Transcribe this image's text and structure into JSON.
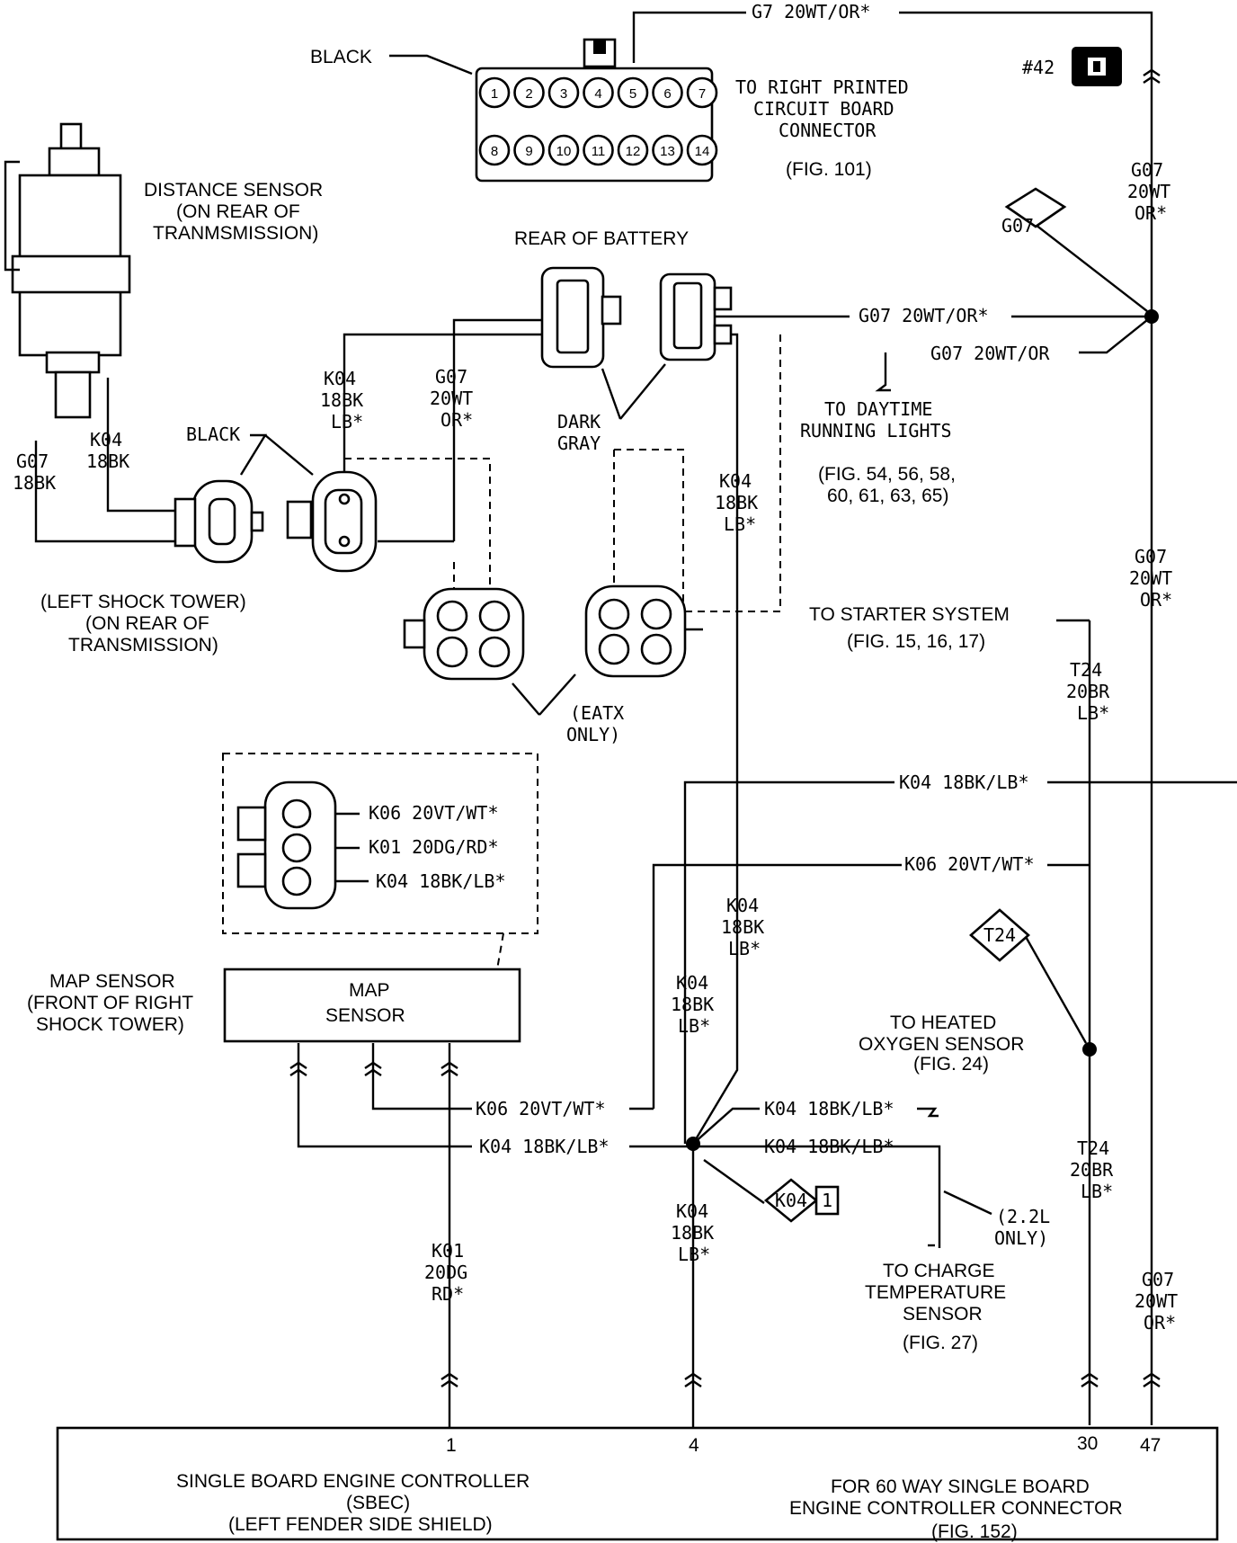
{
  "top_connector": {
    "black_label": "BLACK",
    "pins_top": [
      "1",
      "2",
      "3",
      "4",
      "5",
      "6",
      "7"
    ],
    "pins_bottom": [
      "8",
      "9",
      "10",
      "11",
      "12",
      "13",
      "14"
    ],
    "dest_lines": [
      "TO RIGHT PRINTED",
      "CIRCUIT BOARD",
      "CONNECTOR"
    ],
    "fig": "(FIG. 101)"
  },
  "wire_g7_top": "G7 20WT/OR*",
  "splice_id": "#42",
  "g07_right_upper": [
    "G07",
    "20WT",
    "OR*"
  ],
  "g07_diamond": "G07",
  "distance_sensor": [
    "DISTANCE SENSOR",
    "(ON REAR OF",
    "TRANMSMISSION)"
  ],
  "rear_battery": "REAR OF BATTERY",
  "wire_g07_mid": "G07 20WT/OR*",
  "wire_g07_drl": "G07 20WT/OR",
  "drl": [
    "TO DAYTIME",
    "RUNNING LIGHTS"
  ],
  "drl_figs": [
    "(FIG. 54, 56, 58,",
    "60, 61, 63, 65)"
  ],
  "k04_left_a": [
    "K04",
    "18BK",
    "LB*"
  ],
  "g07_center": [
    "G07",
    "20WT",
    "OR*"
  ],
  "dark_gray": [
    "DARK",
    "GRAY"
  ],
  "k04_center": [
    "K04",
    "18BK",
    "LB*"
  ],
  "black_label2": "BLACK",
  "g07_left": [
    "G07",
    "18BK"
  ],
  "k04_left": [
    "K04",
    "18BK"
  ],
  "left_shock": [
    "(LEFT SHOCK TOWER)",
    "(ON REAR OF",
    "TRANSMISSION)"
  ],
  "eatx": [
    "(EATX",
    "ONLY)"
  ],
  "g07_right_mid": [
    "G07",
    "20WT",
    "OR*"
  ],
  "starter": [
    "TO STARTER SYSTEM",
    "(FIG. 15, 16, 17)"
  ],
  "t24_upper": [
    "T24",
    "20BR",
    "LB*"
  ],
  "wire_k04_horiz": "K04 18BK/LB*",
  "wire_k06_horiz": "K06 20VT/WT*",
  "map_connector": [
    "K06 20VT/WT*",
    "K01 20DG/RD*",
    "K04 18BK/LB*"
  ],
  "k04_vert_a": [
    "K04",
    "18BK",
    "LB*"
  ],
  "k04_vert_b": [
    "K04",
    "18BK",
    "LB*"
  ],
  "t24_diamond": "T24",
  "map_sensor_label": [
    "MAP SENSOR",
    "(FRONT OF RIGHT",
    "SHOCK TOWER)"
  ],
  "map_box": [
    "MAP",
    "SENSOR"
  ],
  "heated_o2": [
    "TO HEATED",
    "OXYGEN SENSOR",
    "(FIG. 24)"
  ],
  "wire_k06_low": "K06 20VT/WT*",
  "wire_k04_o2": "K04 18BK/LB*",
  "wire_k04_low": "K04 18BK/LB*",
  "wire_k04_charge": "K04 18BK/LB*",
  "k04_diamond": "K04",
  "k04_diamond_num": "1",
  "k04_bottom": [
    "K04",
    "18BK",
    "LB*"
  ],
  "t24_lower": [
    "T24",
    "20BR",
    "LB*"
  ],
  "k01_bottom": [
    "K01",
    "20DG",
    "RD*"
  ],
  "l22_only": [
    "(2.2L",
    "ONLY)"
  ],
  "charge_temp": [
    "TO CHARGE",
    "TEMPERATURE",
    "SENSOR"
  ],
  "charge_fig": "(FIG. 27)",
  "g07_bottom": [
    "G07",
    "20WT",
    "OR*"
  ],
  "pins": {
    "p1": "1",
    "p4": "4",
    "p30": "30",
    "p47": "47"
  },
  "sbec": [
    "SINGLE BOARD ENGINE CONTROLLER",
    "(SBEC)",
    "(LEFT FENDER SIDE SHIELD)"
  ],
  "sbec_right": [
    "FOR 60 WAY SINGLE BOARD",
    "ENGINE CONTROLLER CONNECTOR"
  ],
  "sbec_fig": "(FIG. 152)"
}
